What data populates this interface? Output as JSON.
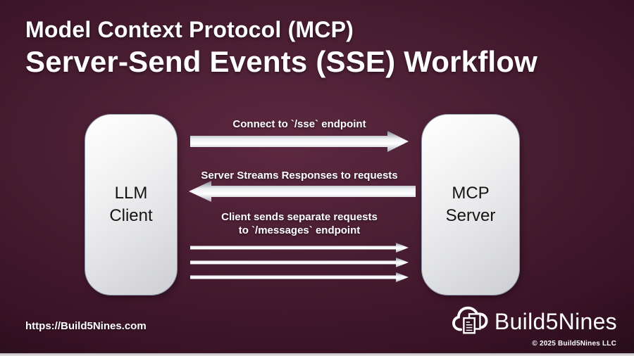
{
  "title": {
    "line1": "Model Context Protocol (MCP)",
    "line2": "Server-Send Events (SSE) Workflow"
  },
  "nodes": {
    "client": {
      "line1": "LLM",
      "line2": "Client"
    },
    "server": {
      "line1": "MCP",
      "line2": "Server"
    }
  },
  "flows": {
    "connect": {
      "label": "Connect to `/sse` endpoint",
      "direction": "right"
    },
    "stream": {
      "label": "Server Streams Responses to requests",
      "direction": "left"
    },
    "requests": {
      "label_line1": "Client sends separate requests",
      "label_line2": "to `/messages` endpoint",
      "direction": "right",
      "arrow_count": 3
    }
  },
  "footer": {
    "url": "https://Build5Nines.com",
    "brand": "Build5Nines",
    "copyright": "© 2025 Build5Nines LLC"
  },
  "icons": {
    "logo": "cloud-documents-icon",
    "arrows": "gradient-block-arrow"
  },
  "colors": {
    "background_center": "#5d2940",
    "background_edge": "#0c0308",
    "node_fill_top": "#ffffff",
    "node_fill_bottom": "#cdced1",
    "node_border": "#8e94ae",
    "arrow_gradient_top": "#7e8490",
    "arrow_gradient_mid": "#ffffff",
    "arrow_gradient_bottom": "#a9adb6",
    "text_light": "#ffffff",
    "text_dark": "#141414"
  }
}
